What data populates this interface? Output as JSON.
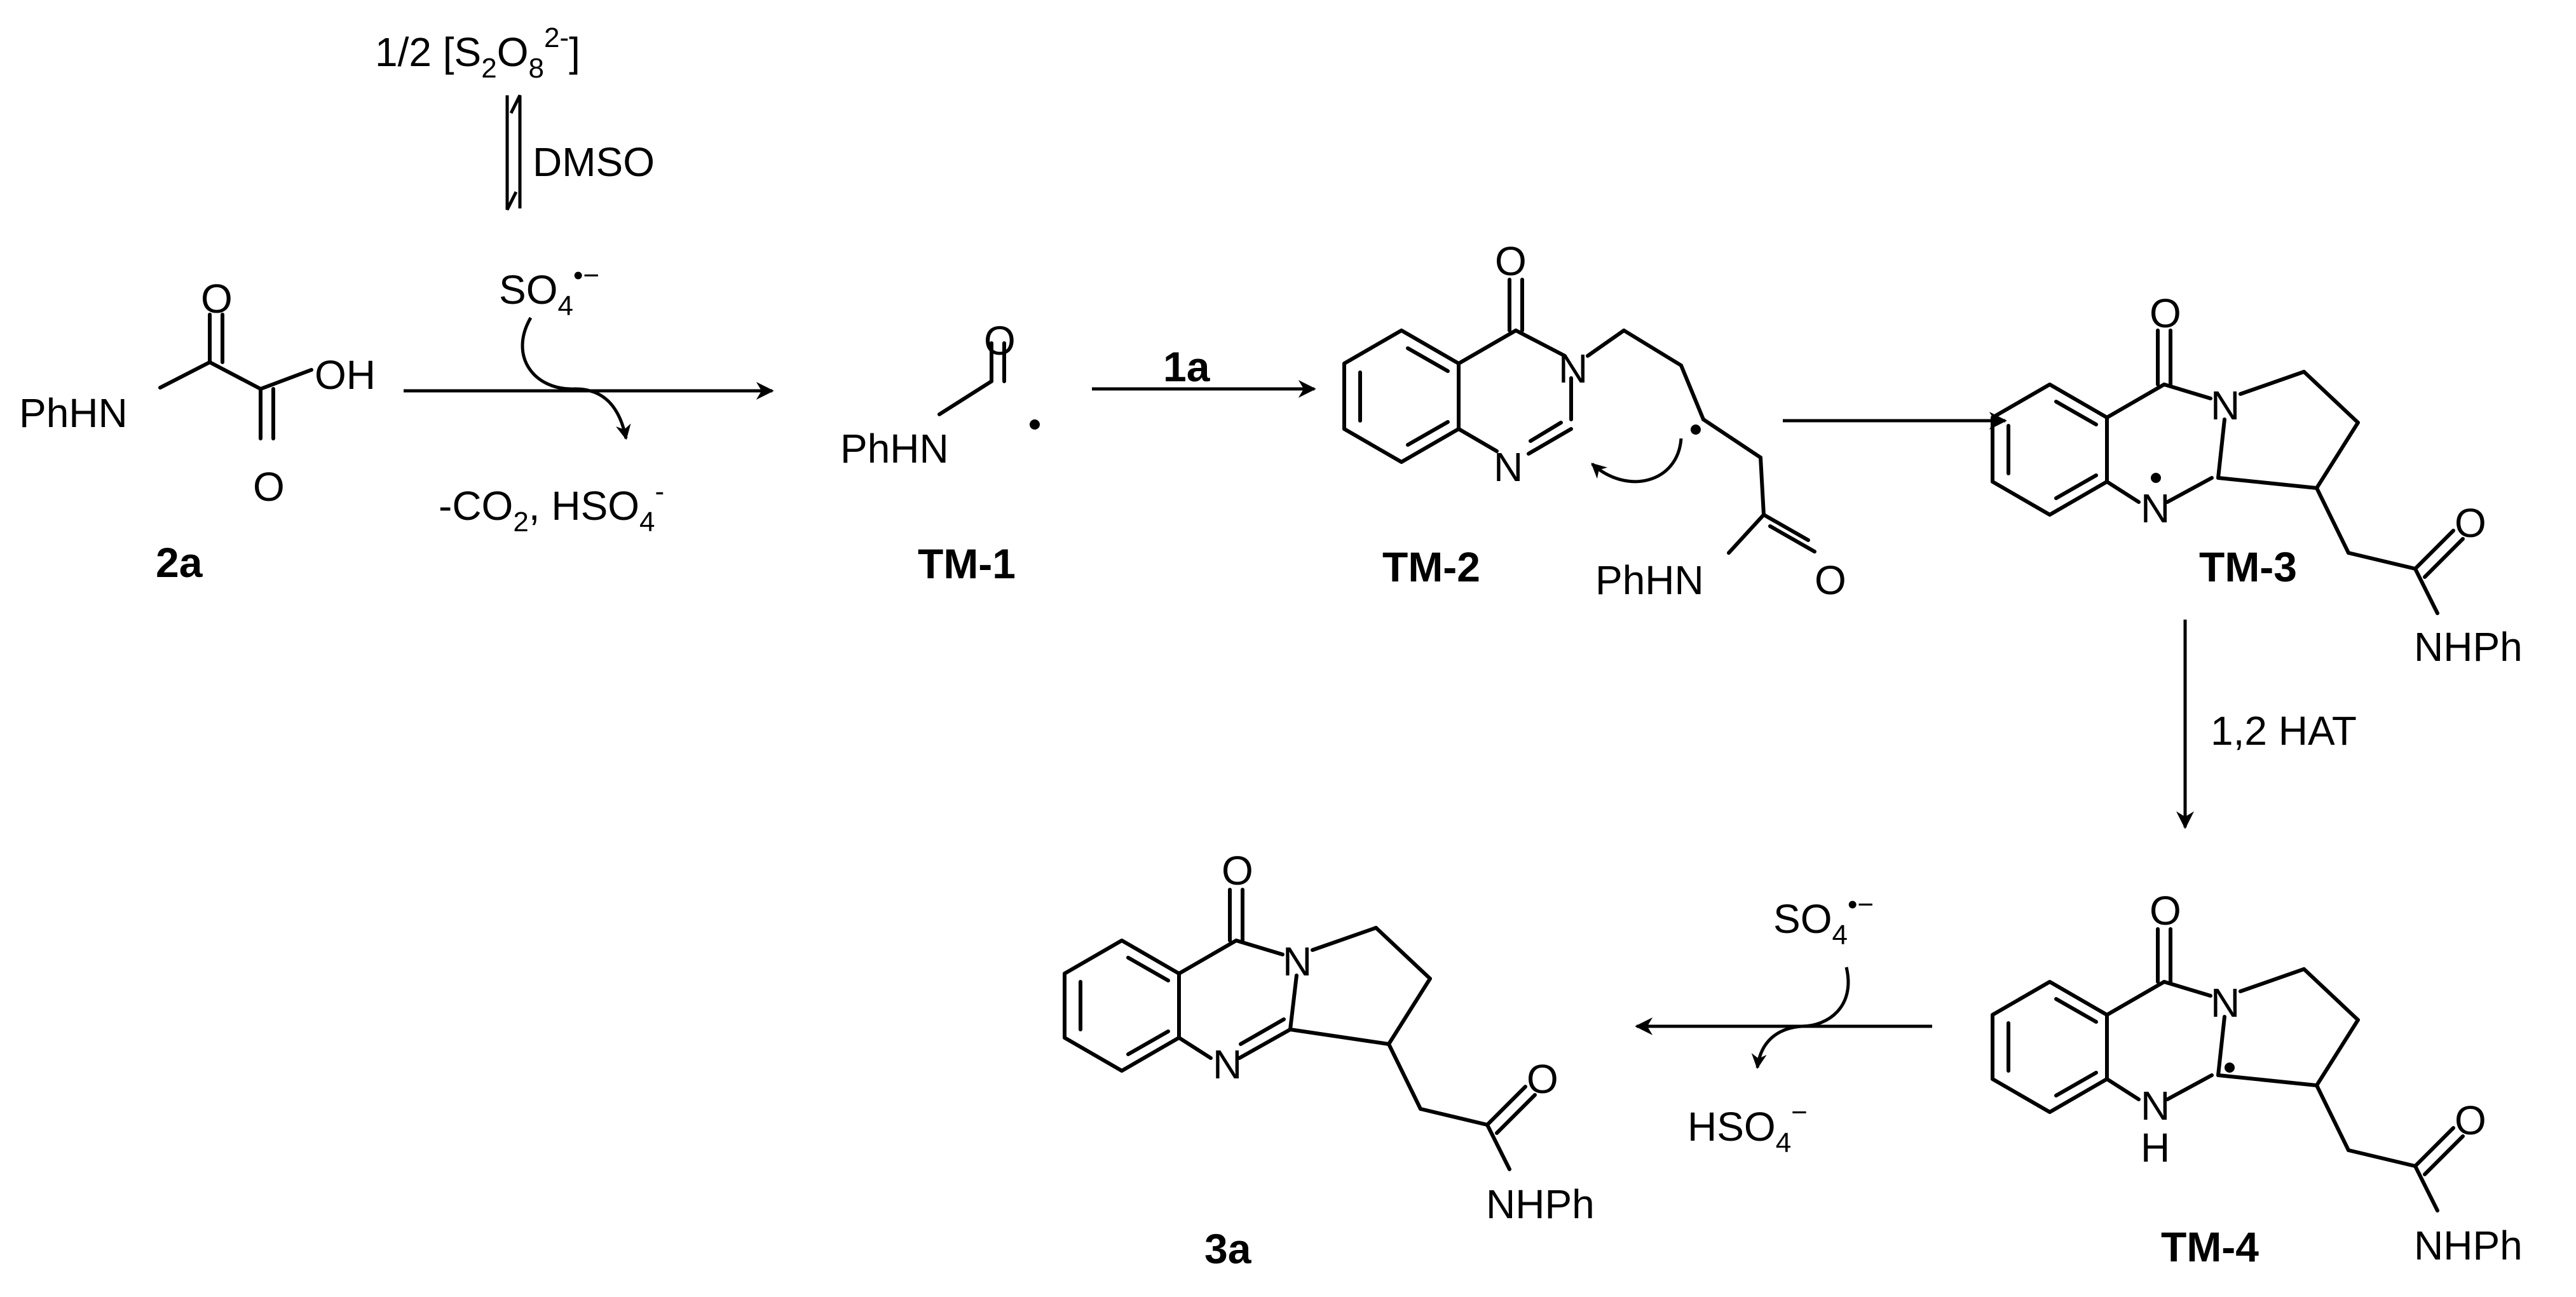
{
  "reagents": {
    "persulfate": {
      "main": "1/2 [S",
      "sub1": "2",
      "mid": "O",
      "sub2": "8",
      "sup": "2-",
      "end": "]"
    },
    "dmso": "DMSO",
    "radical_top": {
      "main": "SO",
      "sub": "4",
      "sup": "•−"
    },
    "byproduct1": {
      "a": "-CO",
      "sub1": "2",
      "b": ", HSO",
      "sub2": "4",
      "sup": "-"
    },
    "reagent_1a": "1a",
    "hat": "1,2 HAT",
    "radical_bottom": {
      "main": "SO",
      "sub": "4",
      "sup": "•−"
    },
    "byproduct2": {
      "main": "HSO",
      "sub": "4",
      "sup": "−"
    }
  },
  "compounds": {
    "c2a": {
      "label": "2a",
      "amine": "PhHN",
      "oxygen_top": "O",
      "oxygen_bottom": "O",
      "hydroxyl": "OH"
    },
    "tm1": {
      "label": "TM-1",
      "amine": "PhHN",
      "oxygen": "O"
    },
    "tm2": {
      "label": "TM-2",
      "oxygen": "O",
      "n3": "N",
      "n1": "N",
      "amine": "PhHN",
      "amide_o": "O"
    },
    "tm3": {
      "label": "TM-3",
      "oxygen": "O",
      "n_ring": "N",
      "n_radical": "N",
      "amide_o": "O",
      "amine": "NHPh"
    },
    "tm4": {
      "label": "TM-4",
      "oxygen": "O",
      "n_ring": "N",
      "nh_n": "N",
      "nh_h": "H",
      "amide_o": "O",
      "amine": "NHPh"
    },
    "c3a": {
      "label": "3a",
      "oxygen": "O",
      "n_ring": "N",
      "n_imine": "N",
      "amide_o": "O",
      "amine": "NHPh"
    }
  }
}
